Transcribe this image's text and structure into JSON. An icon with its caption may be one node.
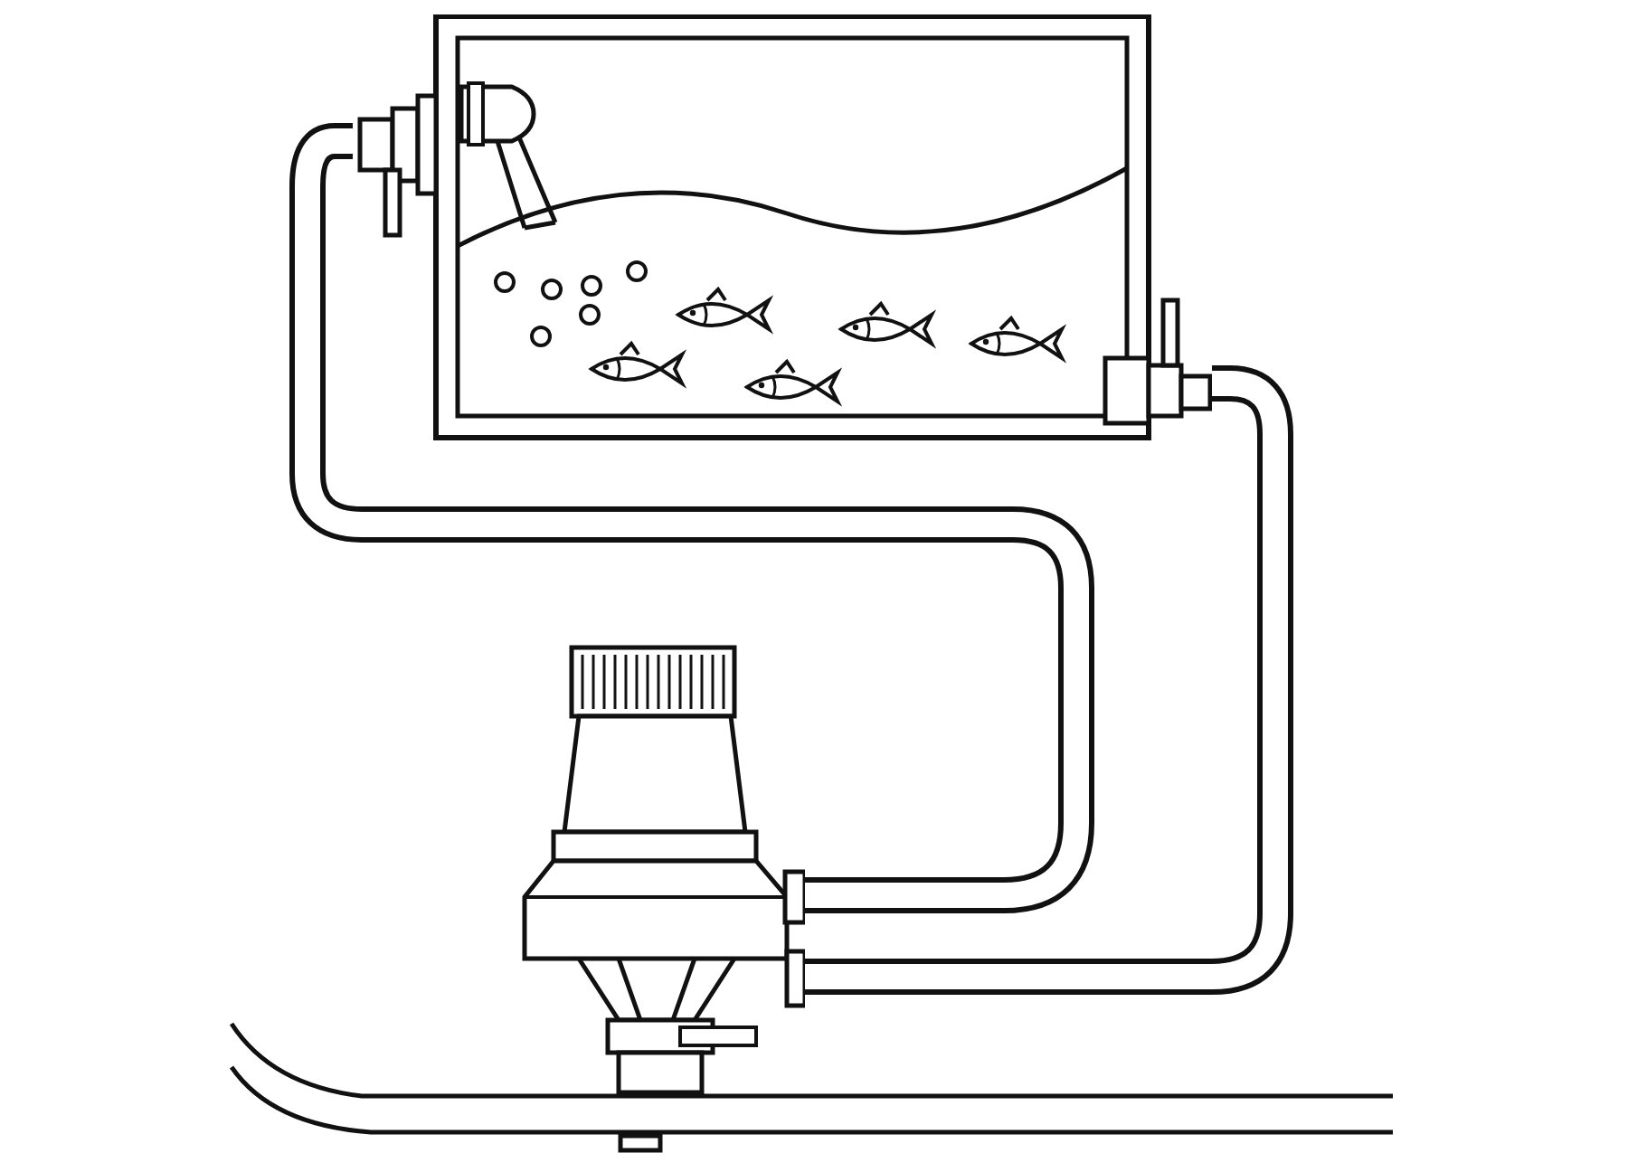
{
  "diagram": {
    "nodes": [
      {
        "text": [],
        "shape": "picture"
      },
      {
        "text": [],
        "shape": "picture"
      }
    ],
    "edges": [
      {
        "from": 0,
        "to": 1,
        "arrow": "none"
      },
      {
        "from": 0,
        "to": 1,
        "arrow": "none"
      }
    ]
  }
}
